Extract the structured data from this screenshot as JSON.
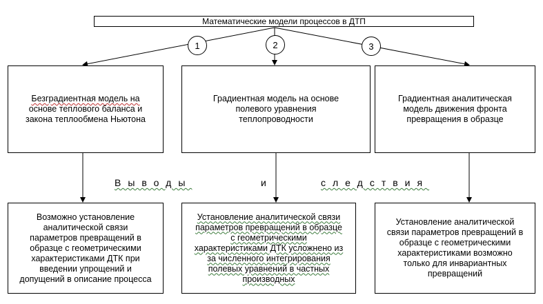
{
  "title": "Математические модели процессов в ДТП",
  "branches": [
    "1",
    "2",
    "3"
  ],
  "models": [
    {
      "lines": [
        "Безградиентная модель на",
        "основе теплового баланса и",
        "закона теплообмена Ньютона"
      ]
    },
    {
      "lines": [
        "Градиентная модель на основе",
        "полевого уравнения",
        "теплопроводности"
      ]
    },
    {
      "lines": [
        "Градиентная аналитическая",
        "модель движения фронта",
        "превращения в образце"
      ]
    }
  ],
  "conclusions_label": {
    "part1": "Выводы",
    "part2": "и",
    "part3": "следствия"
  },
  "conclusions": [
    {
      "lines": [
        "Возможно установление",
        "аналитической связи",
        "параметров превращений в",
        "образце с геометрическими",
        "характеристиками ДТК при",
        "введении упрощений и",
        "допущений в описание процесса"
      ]
    },
    {
      "lines": [
        "Установление аналитической связи",
        "параметров превращений в образце",
        "с геометрическими",
        "характеристиками ДТК усложнено из",
        "за численного интегрирования",
        "полевых уравнений в частных",
        "производных"
      ]
    },
    {
      "lines": [
        "Установление аналитической",
        "связи параметров превращений в",
        "образце с геометрическими",
        "характеристиками возможно",
        "только для инвариантных",
        "превращений"
      ]
    }
  ]
}
